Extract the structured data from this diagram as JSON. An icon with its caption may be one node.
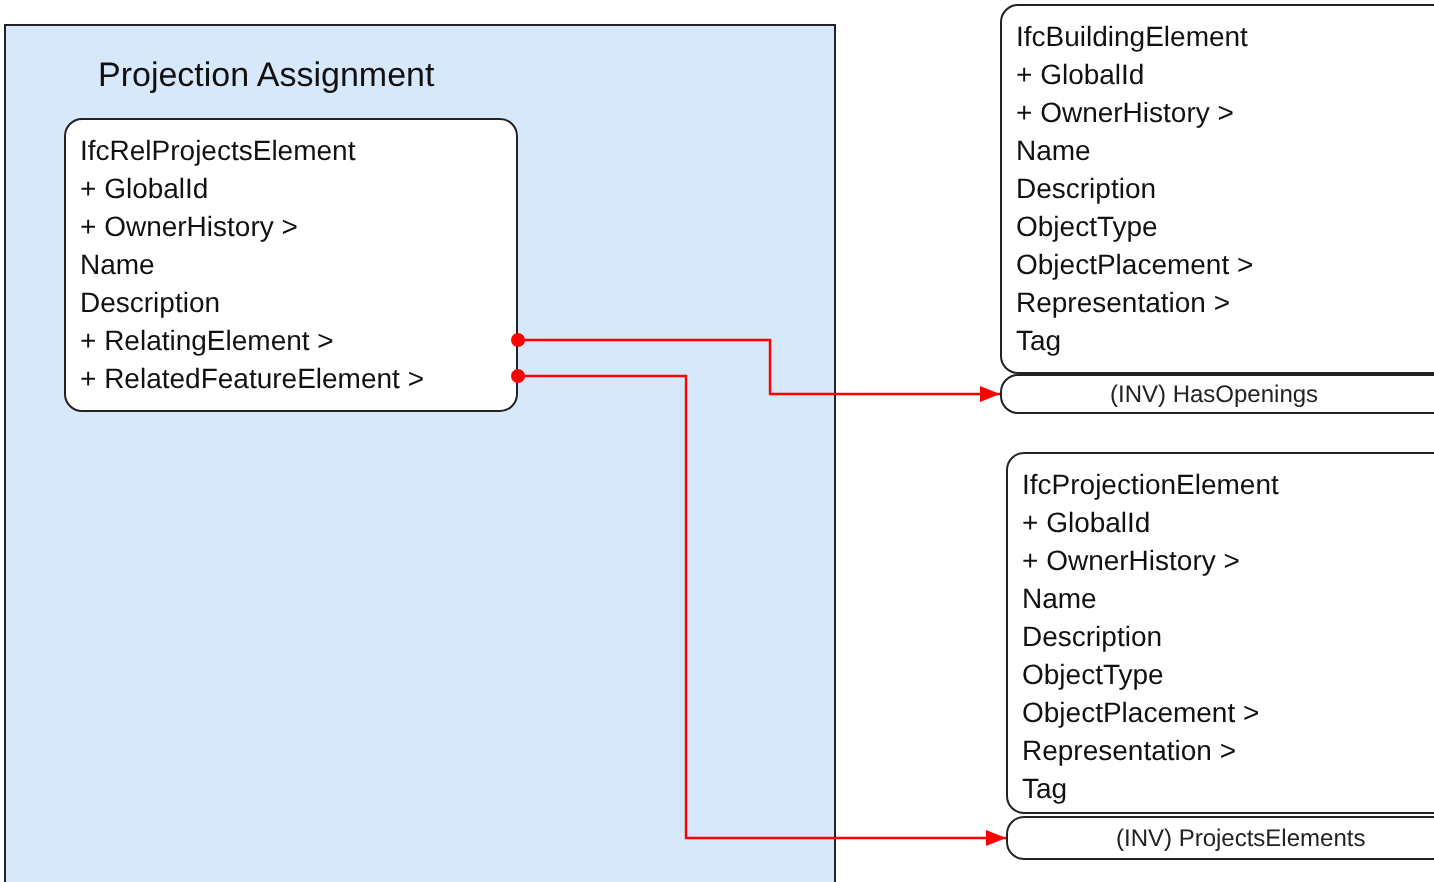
{
  "diagram": {
    "nodes": [
      {
        "text": [
          "Projection Assignment"
        ]
      },
      {
        "text": [
          "IfcRelProjectsElement",
          "+ GlobalId",
          "+ OwnerHistory >",
          "Name",
          "Description",
          "+ RelatingElement >",
          "+ RelatedFeatureElement >"
        ],
        "in": 0
      },
      {
        "text": [
          "IfcBuildingElement",
          "+ GlobalId",
          "+ OwnerHistory >",
          "Name",
          "Description",
          "ObjectType",
          "ObjectPlacement >",
          "Representation >",
          "Tag"
        ]
      },
      {
        "text": [
          "(INV) HasOpenings"
        ]
      },
      {
        "text": [
          "IfcProjectionElement",
          "+ GlobalId",
          "+ OwnerHistory >",
          "Name",
          "Description",
          "ObjectType",
          "ObjectPlacement >",
          "Representation >",
          "Tag"
        ]
      },
      {
        "text": [
          "(INV) ProjectsElements"
        ]
      }
    ],
    "edges": [
      {
        "from": 1,
        "to": 3,
        "arrow": "to"
      },
      {
        "from": 1,
        "to": 5,
        "arrow": "to"
      }
    ]
  }
}
